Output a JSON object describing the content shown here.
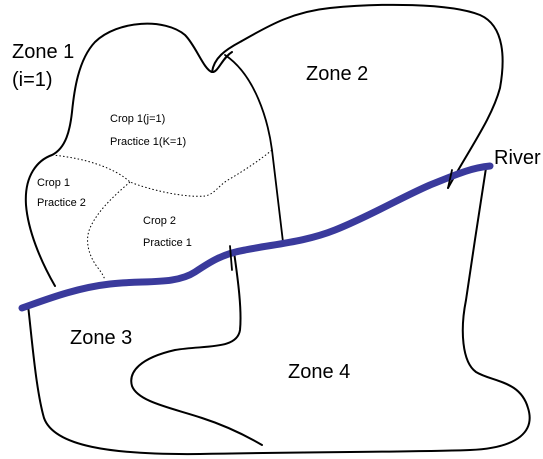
{
  "zones": {
    "zone1_line1": "Zone 1",
    "zone1_line2": "(i=1)",
    "zone2": "Zone 2",
    "zone3": "Zone 3",
    "zone4": "Zone 4"
  },
  "fields": {
    "crop1_practice1_line1": "Crop 1(j=1)",
    "crop1_practice1_line2": "Practice 1(K=1)",
    "crop1_practice2_line1": "Crop 1",
    "crop1_practice2_line2": "Practice 2",
    "crop2_practice1_line1": "Crop 2",
    "crop2_practice1_line2": "Practice 1"
  },
  "river": {
    "label": "River",
    "color": "#3a3a9c"
  }
}
